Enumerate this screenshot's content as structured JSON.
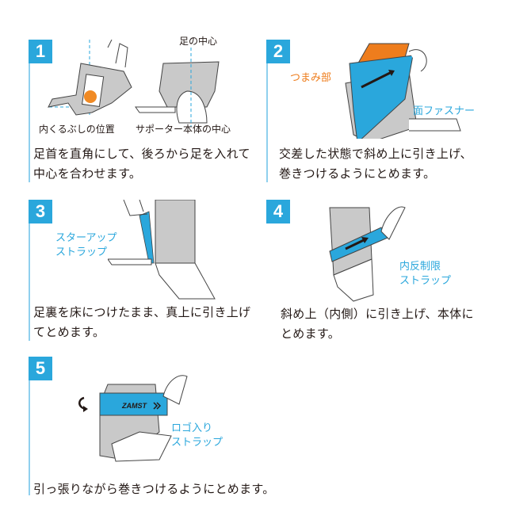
{
  "colors": {
    "accent_blue": "#2aa7dc",
    "line_blue": "#8fd0ee",
    "orange": "#ee7d1d",
    "text": "#231815",
    "support_gray": "#c9c9c9"
  },
  "steps": [
    {
      "number": "1",
      "labels": {
        "foot_center": "足の中心",
        "inner_ankle": "内くるぶしの位置",
        "supporter_center": "サポーター本体の中心"
      },
      "description": [
        "足首を直角にして、後ろから足を入れて",
        "中心を合わせます。"
      ]
    },
    {
      "number": "2",
      "labels": {
        "grip": "つまみ部",
        "hook_loop": "面ファスナー"
      },
      "description": [
        "交差した状態で斜め上に引き上げ、",
        "巻きつけるようにとめます。"
      ]
    },
    {
      "number": "3",
      "labels": {
        "stirrup_line1": "スターアップ",
        "stirrup_line2": "ストラップ"
      },
      "description": [
        "足裏を床につけたまま、真上に引き上げ",
        "てとめます。"
      ]
    },
    {
      "number": "4",
      "labels": {
        "inversion_line1": "内反制限",
        "inversion_line2": "ストラップ"
      },
      "description": [
        "斜め上（内側）に引き上げ、本体に",
        "とめます。"
      ]
    },
    {
      "number": "5",
      "labels": {
        "logo_line1": "ロゴ入り",
        "logo_line2": "ストラップ",
        "brand": "ZAMST"
      },
      "description": [
        "引っ張りながら巻きつけるようにとめます。"
      ]
    }
  ]
}
